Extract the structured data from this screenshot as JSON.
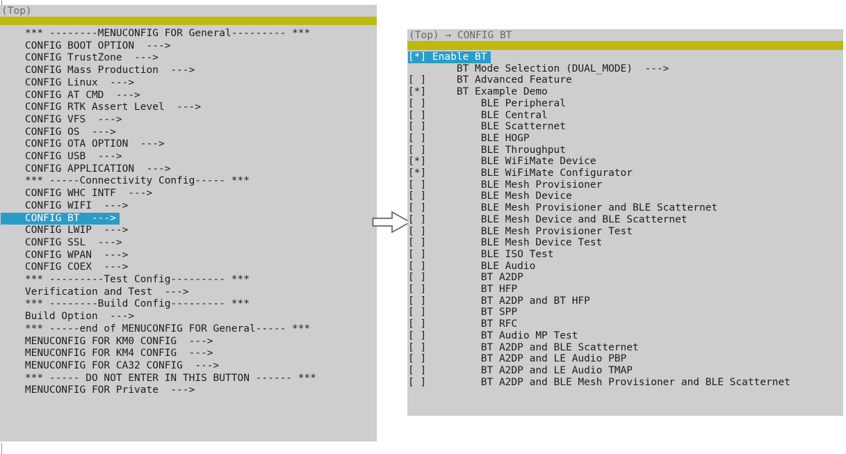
{
  "colors": {
    "panel_bg": "#cecece",
    "separator_yellow": "#bdb90f",
    "selection_blue": "#2a9cc7",
    "text": "#1c1c1c",
    "breadcrumb_text": "#6a6a6a",
    "selected_text": "#ffffff"
  },
  "icons": {
    "transition": "hollow-right-arrow-icon"
  },
  "left_panel": {
    "breadcrumb": "(Top)",
    "rows": [
      {
        "text": "    *** --------MENUCONFIG FOR General--------- ***"
      },
      {
        "text": "    CONFIG BOOT OPTION  --->"
      },
      {
        "text": "    CONFIG TrustZone  --->"
      },
      {
        "text": "    CONFIG Mass Production  --->"
      },
      {
        "text": "    CONFIG Linux  --->"
      },
      {
        "text": "    CONFIG AT CMD  --->"
      },
      {
        "text": "    CONFIG RTK Assert Level  --->"
      },
      {
        "text": "    CONFIG VFS  --->"
      },
      {
        "text": "    CONFIG OS  --->"
      },
      {
        "text": "    CONFIG OTA OPTION  --->"
      },
      {
        "text": "    CONFIG USB  --->"
      },
      {
        "text": "    CONFIG APPLICATION  --->"
      },
      {
        "text": "    *** -----Connectivity Config----- ***"
      },
      {
        "text": "    CONFIG WHC INTF  --->"
      },
      {
        "text": "    CONFIG WIFI  --->"
      },
      {
        "text": "    CONFIG BT  --->",
        "selected": true
      },
      {
        "text": "    CONFIG LWIP  --->"
      },
      {
        "text": "    CONFIG SSL  --->"
      },
      {
        "text": "    CONFIG WPAN  --->"
      },
      {
        "text": "    CONFIG COEX  --->"
      },
      {
        "text": "    *** ---------Test Config--------- ***"
      },
      {
        "text": "    Verification and Test  --->"
      },
      {
        "text": "    *** --------Build Config--------- ***"
      },
      {
        "text": "    Build Option  --->"
      },
      {
        "text": "    *** -----end of MENUCONFIG FOR General----- ***"
      },
      {
        "text": "    MENUCONFIG FOR KM0 CONFIG  --->"
      },
      {
        "text": "    MENUCONFIG FOR KM4 CONFIG  --->"
      },
      {
        "text": "    MENUCONFIG FOR CA32 CONFIG  --->"
      },
      {
        "text": "    *** ----- DO NOT ENTER IN THIS BUTTON ------ ***"
      },
      {
        "text": "    MENUCONFIG FOR Private  --->"
      }
    ]
  },
  "right_panel": {
    "breadcrumb": "(Top) → CONFIG BT",
    "rows": [
      {
        "text": "[*] Enable BT",
        "selected": true
      },
      {
        "text": "        BT Mode Selection (DUAL_MODE)  --->"
      },
      {
        "text": "[ ]     BT Advanced Feature"
      },
      {
        "text": "[*]     BT Example Demo"
      },
      {
        "text": "[ ]         BLE Peripheral"
      },
      {
        "text": "[ ]         BLE Central"
      },
      {
        "text": "[ ]         BLE Scatternet"
      },
      {
        "text": "[ ]         BLE HOGP"
      },
      {
        "text": "[ ]         BLE Throughput"
      },
      {
        "text": "[*]         BLE WiFiMate Device"
      },
      {
        "text": "[*]         BLE WiFiMate Configurator"
      },
      {
        "text": "[ ]         BLE Mesh Provisioner"
      },
      {
        "text": "[ ]         BLE Mesh Device"
      },
      {
        "text": "[ ]         BLE Mesh Provisioner and BLE Scatternet"
      },
      {
        "text": "[ ]         BLE Mesh Device and BLE Scatternet"
      },
      {
        "text": "[ ]         BLE Mesh Provisioner Test"
      },
      {
        "text": "[ ]         BLE Mesh Device Test"
      },
      {
        "text": "[ ]         BLE ISO Test"
      },
      {
        "text": "[ ]         BLE Audio"
      },
      {
        "text": "[ ]         BT A2DP"
      },
      {
        "text": "[ ]         BT HFP"
      },
      {
        "text": "[ ]         BT A2DP and BT HFP"
      },
      {
        "text": "[ ]         BT SPP"
      },
      {
        "text": "[ ]         BT RFC"
      },
      {
        "text": "[ ]         BT Audio MP Test"
      },
      {
        "text": "[ ]         BT A2DP and BLE Scatternet"
      },
      {
        "text": "[ ]         BT A2DP and LE Audio PBP"
      },
      {
        "text": "[ ]         BT A2DP and LE Audio TMAP"
      },
      {
        "text": "[ ]         BT A2DP and BLE Mesh Provisioner and BLE Scatternet"
      }
    ]
  }
}
